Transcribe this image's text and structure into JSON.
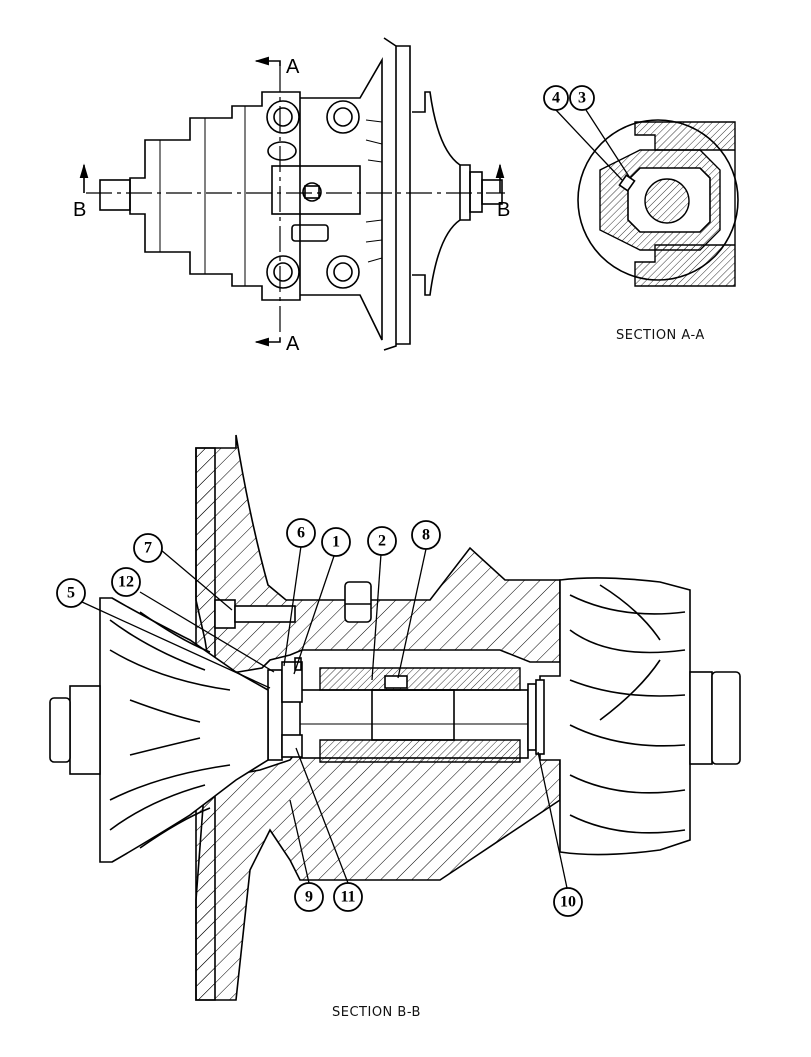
{
  "views": {
    "top": {
      "section_markers": {
        "vertical": "A",
        "horizontal": "B"
      }
    },
    "section_aa": {
      "caption": "SECTION  A-A",
      "callouts": [
        "4",
        "3"
      ]
    },
    "section_bb": {
      "caption": "SECTION  B-B",
      "callouts": [
        "7",
        "12",
        "5",
        "6",
        "1",
        "2",
        "8",
        "9",
        "11",
        "10"
      ]
    }
  }
}
